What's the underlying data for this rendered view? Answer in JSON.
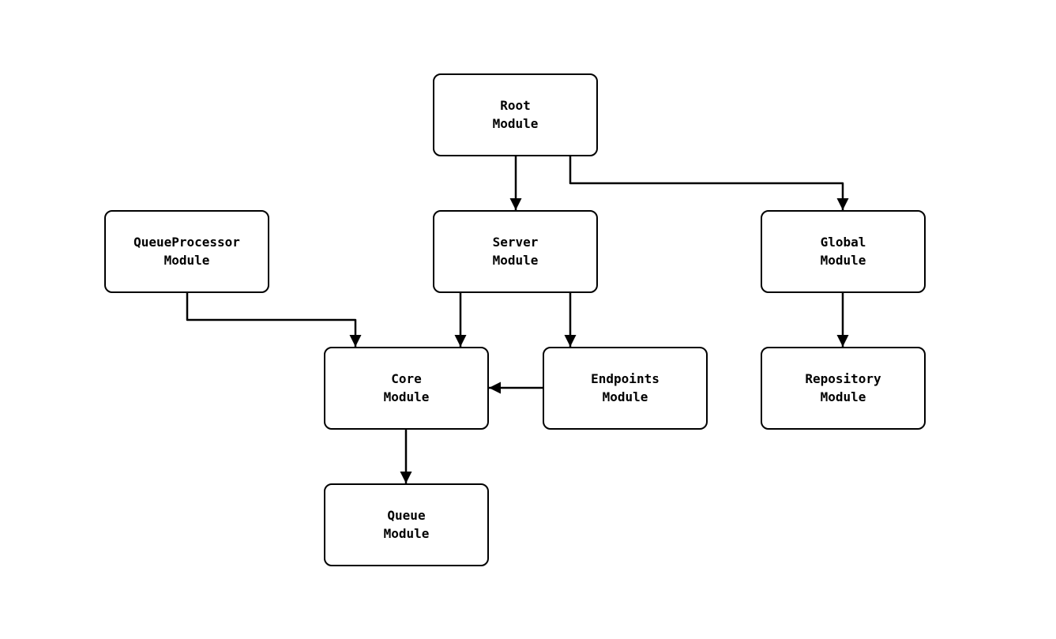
{
  "diagram": {
    "type": "module-dependency-graph",
    "colors": {
      "background": "#ffffff",
      "node_fill": "#ffffff",
      "node_border": "#000000",
      "edge": "#000000",
      "text": "#000000"
    },
    "nodes": [
      {
        "id": "root",
        "label": "Root\nModule"
      },
      {
        "id": "queueprocessor",
        "label": "QueueProcessor\nModule"
      },
      {
        "id": "server",
        "label": "Server\nModule"
      },
      {
        "id": "global",
        "label": "Global\nModule"
      },
      {
        "id": "core",
        "label": "Core\nModule"
      },
      {
        "id": "endpoints",
        "label": "Endpoints\nModule"
      },
      {
        "id": "repository",
        "label": "Repository\nModule"
      },
      {
        "id": "queue",
        "label": "Queue\nModule"
      }
    ],
    "edges": [
      {
        "from": "Root Module",
        "to": "Server Module"
      },
      {
        "from": "Root Module",
        "to": "Global Module"
      },
      {
        "from": "QueueProcessor Module",
        "to": "Core Module"
      },
      {
        "from": "Server Module",
        "to": "Core Module"
      },
      {
        "from": "Server Module",
        "to": "Endpoints Module"
      },
      {
        "from": "Endpoints Module",
        "to": "Core Module"
      },
      {
        "from": "Global Module",
        "to": "Repository Module"
      },
      {
        "from": "Core Module",
        "to": "Queue Module"
      }
    ]
  }
}
